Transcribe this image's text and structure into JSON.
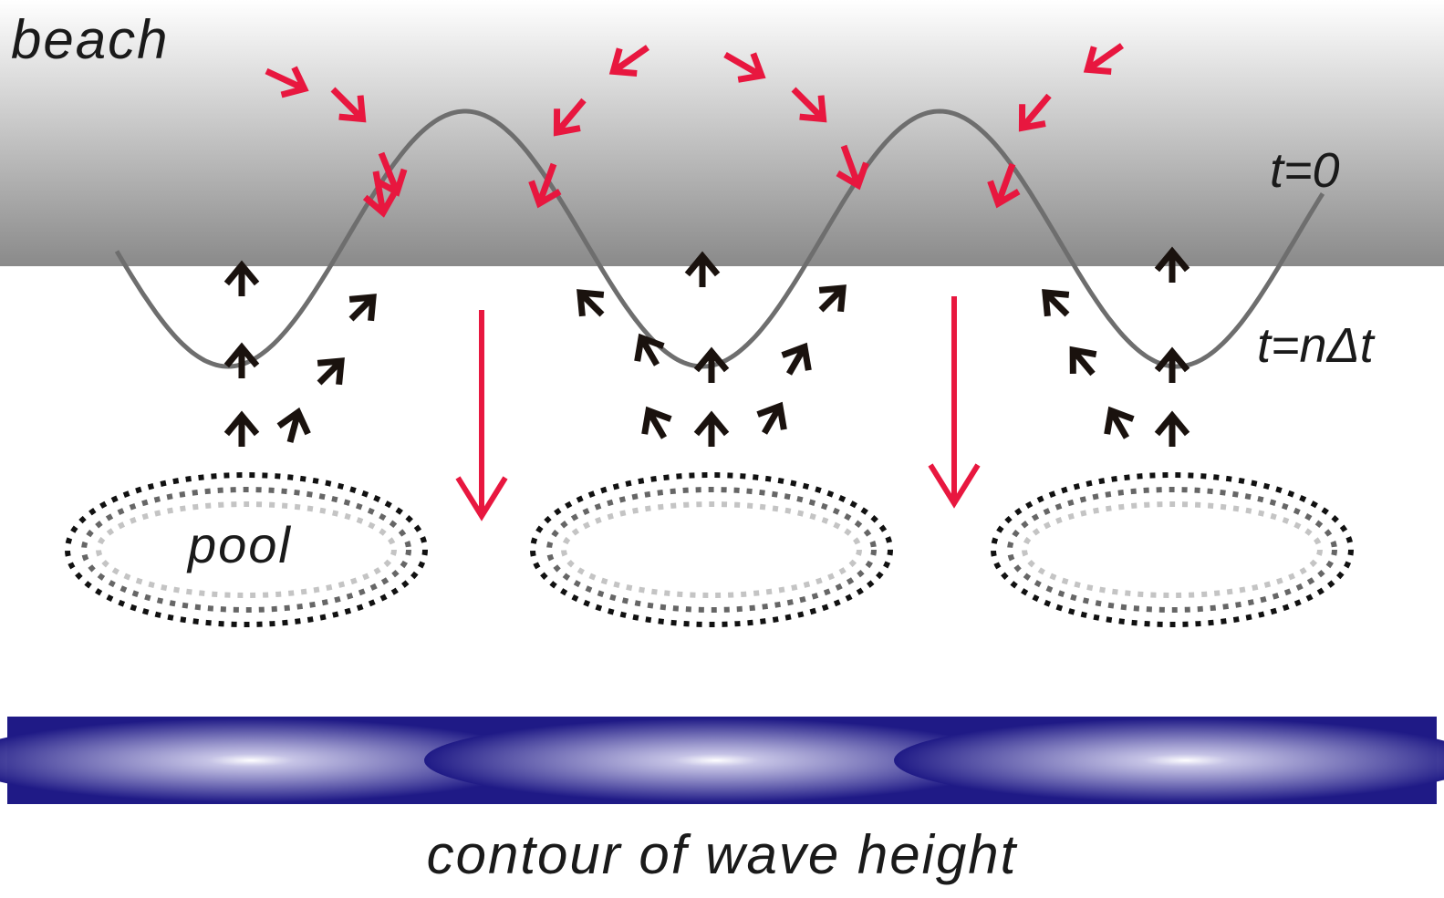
{
  "labels": {
    "beach": "beach",
    "time_initial": "t=0",
    "time_later": "t=nΔt",
    "pool": "pool",
    "contour": "contour of wave height"
  },
  "colors": {
    "incoming_arrow": "#e8173f",
    "outgoing_arrow": "#1a120e",
    "wave_line": "#6e6e6e",
    "beach_top": "#ffffff",
    "beach_bottom": "#8a8a8a",
    "contour_dark": "#1f1a86",
    "contour_light": "#ffffff"
  },
  "wave_periods_shown": 3,
  "pools_shown": 3
}
